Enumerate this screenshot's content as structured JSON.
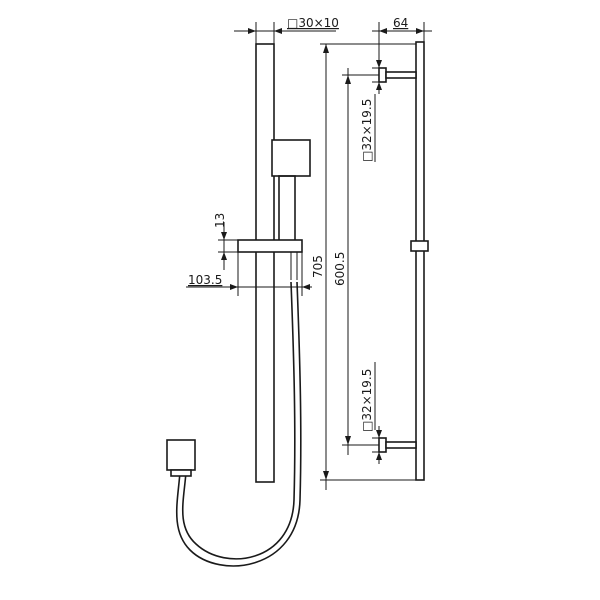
{
  "dimensions": {
    "bar_section": "□30×10",
    "rail_offset": "64",
    "bracket_top": "□32×19.5",
    "bracket_bottom": "□32×19.5",
    "slider_height": "13",
    "handle_reach": "103.5",
    "overall_height": "705",
    "bracket_spacing": "600.5"
  }
}
